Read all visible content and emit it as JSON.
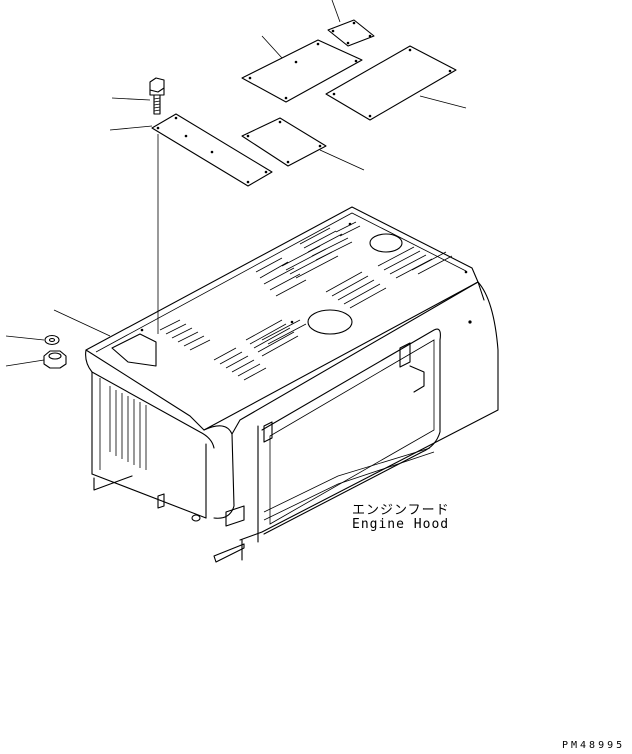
{
  "part_label": {
    "japanese": "エンジンフード",
    "english": "Engine Hood"
  },
  "drawing_number": "PM48995"
}
